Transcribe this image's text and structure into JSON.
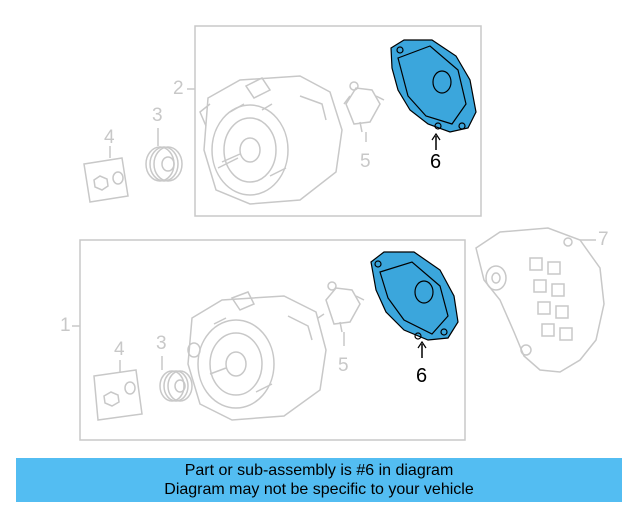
{
  "callouts": {
    "top_box": "2",
    "bottom_box": "1",
    "pulley_top": "3",
    "nut_kit_top": "4",
    "regulator_top": "5",
    "cover_top": "6",
    "pulley_bottom": "3",
    "nut_kit_bottom": "4",
    "regulator_bottom": "5",
    "cover_bottom": "6",
    "bracket": "7"
  },
  "banner": {
    "line1": "Part or sub-assembly is #6 in diagram",
    "line2": "Diagram may not be specific to your vehicle"
  },
  "colors": {
    "highlight_fill": "#3ba6dc",
    "highlight_stroke": "#000000",
    "ghost_stroke": "#c8c8c8",
    "banner_bg": "#53bdf2"
  }
}
